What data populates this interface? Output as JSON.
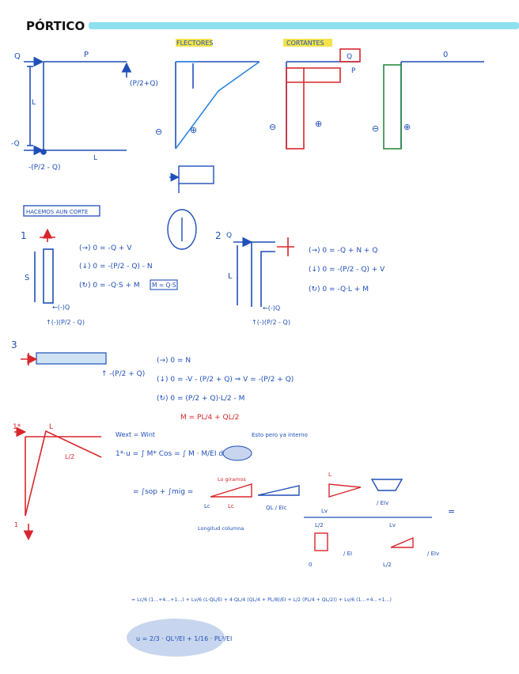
{
  "header": {
    "title": "PÓRTICO"
  },
  "labels": {
    "flectores": "FLECTORES",
    "cortantes": "CORTANTES",
    "hacemos_corte": "HACEMOS AUN CORTE",
    "cortante_top_value": "Q",
    "cortante_mid_value": "P",
    "zero_top": "0",
    "wext_wint": "Wext = Wint",
    "nota_fragment": "Esto pero ya interno",
    "longitud_giro": "Lo giramos",
    "longitud_columna": "Longitud columna",
    "minus_plus_left": "⊖",
    "minus_plus_right": "⊕"
  },
  "frame": {
    "q_left_top": "Q",
    "p_top": "P",
    "reaction_right": "(P/2+Q)",
    "q_left_bottom": "-Q",
    "reaction_bottom": "-(P/2 - Q)",
    "span_label": "L",
    "height_label": "L"
  },
  "case1": {
    "number": "1",
    "height": "S",
    "eq_h": "(→) 0 = -Q + V",
    "eq_v": "(↓) 0 = -(P/2 - Q) - N",
    "eq_m": "(↻) 0 = -Q·S + M",
    "result_m": "M = Q·S",
    "bottom_force": "←(-)Q",
    "bottom_reaction": "↑(-)(P/2 - Q)"
  },
  "case2": {
    "number": "2",
    "q_top": "Q",
    "height": "L",
    "eq_h": "(→) 0 = -Q + N + Q",
    "eq_v": "(↓) 0 = -(P/2 - Q) + V",
    "eq_m": "(↻) 0 = -Q·L + M",
    "bottom_force": "←(-)Q",
    "bottom_reaction": "↑(-)(P/2 - Q)"
  },
  "case3": {
    "number": "3",
    "right_reaction": "↑ -(P/2 + Q)",
    "eq_h": "(→) 0 = N",
    "eq_v": "(↓) 0 = -V - (P/2 + Q)  ⇒  V = -(P/2 + Q)",
    "eq_m": "(↻) 0 = (P/2 + Q)·L/2 - M",
    "result": "M = PL/4 + QL/2"
  },
  "virtual": {
    "one_star": "1*",
    "top_label": "L",
    "mid_label": "L/2",
    "bottom_label": "1",
    "eq1": "1*·u = ∫ M* Cos = ∫ M · M/EI dx",
    "eq2_left": "= ∫sop + ∫mig =",
    "eq2_int1_lower": "Lc",
    "eq2_int1_label": "Lc",
    "eq2_frac1": "QL / EIc",
    "eq2_int2_upper": "L",
    "eq2_int2_lower": "Lv",
    "eq2_frac2": "/ EIv",
    "eq3_int1_upper": "L/2",
    "eq3_int1_lower": "0",
    "eq3_frac1": "/ EI",
    "eq3_int2_upper": "Lv",
    "eq3_int2_lower": "L/2",
    "eq3_frac2": "/ EIv",
    "equals_right": "=",
    "eq4": "= Lc/6 (1...+4...+1...) + Lv/6 (L·QL/EI + 4·QL/4 (QL/4 + PL/8)/EI + L/2 (PL/4 + QL/2)) + Lv/6 (1...+4...+1...)",
    "result": "u = 2/3 · QL³/EI + 1/16 · PL³/EI"
  },
  "colors": {
    "ink_blue": "#1f4fb8",
    "ink_red": "#d8262c",
    "ink_green": "#2b8a3e",
    "highlight_yellow": "#f4e44a",
    "banner_cyan": "#8fe0ef",
    "box_fill": "#cfe3f4",
    "result_fill": "#c7d6ee"
  }
}
